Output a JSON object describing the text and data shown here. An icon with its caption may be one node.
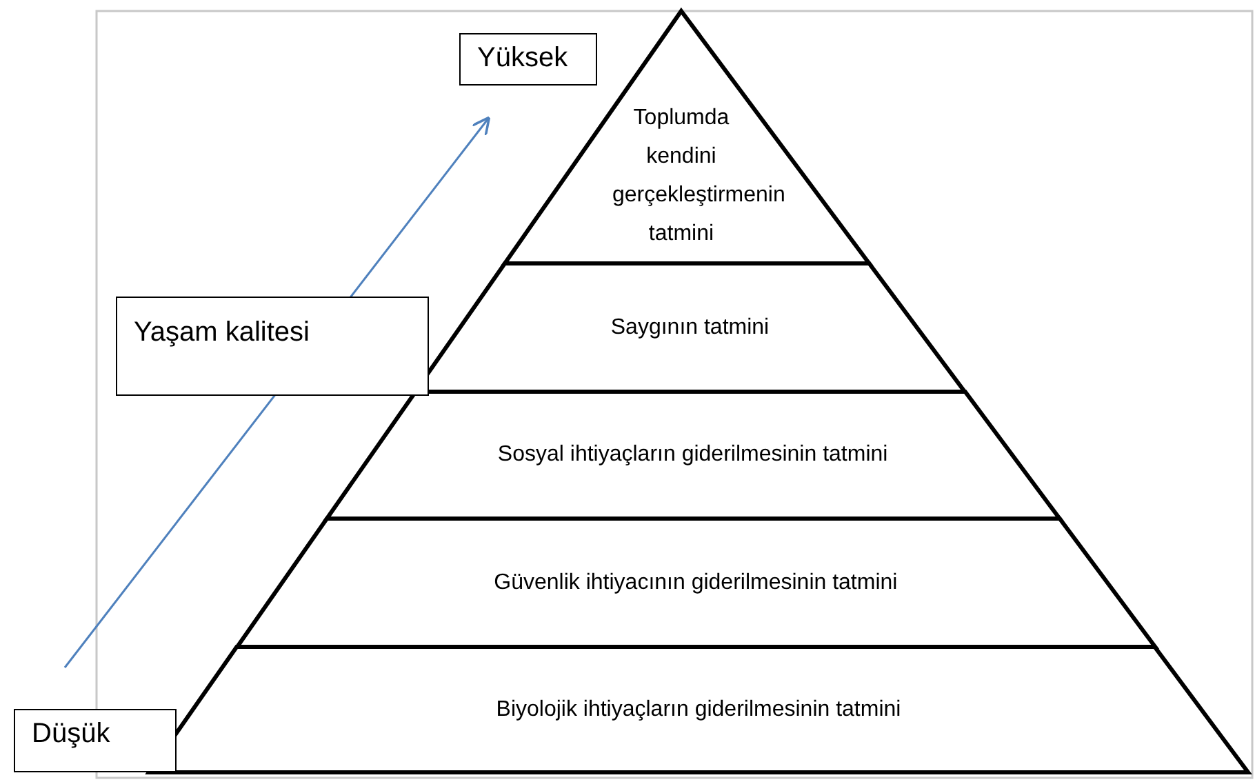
{
  "diagram": {
    "nodes": [
      {
        "text": [
          "Yüksek"
        ]
      },
      {
        "text": [
          "Toplumda kendini gerçekleştirmenin tatmini"
        ]
      },
      {
        "text": [
          "Saygının tatmini"
        ]
      },
      {
        "text": [
          "Sosyal ihtiyaçların giderilmesinin tatmini"
        ]
      },
      {
        "text": [
          "Güvenlik ihtiyacının giderilmesinin tatmini"
        ]
      },
      {
        "text": [
          "Biyolojik ihtiyaçların giderilmesinin tatmini"
        ]
      },
      {
        "text": [
          "Yaşam kalitesi"
        ]
      },
      {
        "text": [
          "Düşük"
        ]
      }
    ]
  }
}
